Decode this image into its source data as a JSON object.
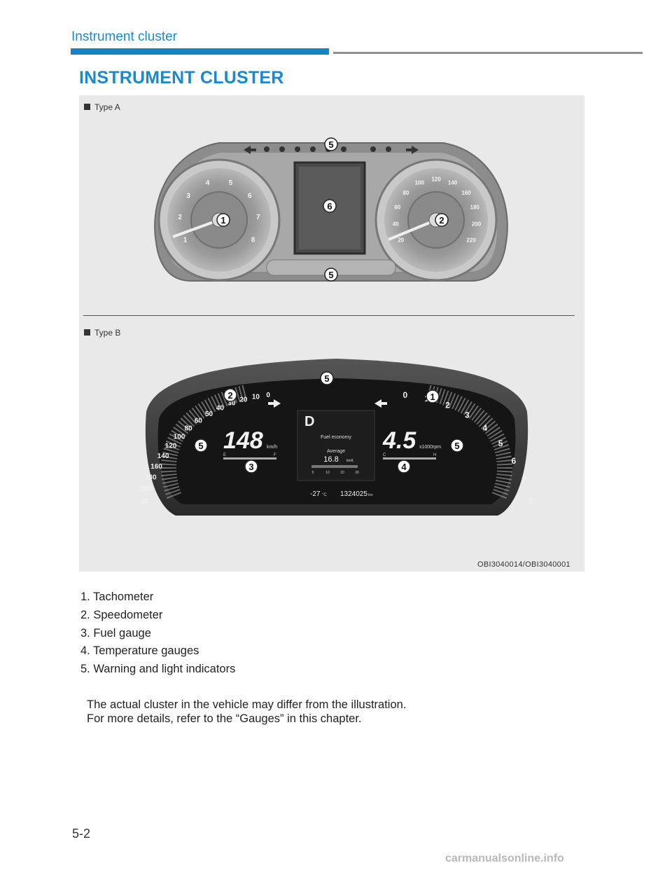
{
  "header": {
    "section": "Instrument cluster"
  },
  "title": "INSTRUMENT CLUSTER",
  "figure": {
    "type_a_label": "Type A",
    "type_b_label": "Type B",
    "code": "OBI3040014/OBI3040001",
    "type_a": {
      "tacho_ticks": [
        "1",
        "2",
        "3",
        "4",
        "5",
        "6",
        "7",
        "8"
      ],
      "speedo_ticks": [
        "20",
        "40",
        "60",
        "80",
        "100",
        "120",
        "140",
        "160",
        "180",
        "200",
        "220"
      ],
      "callouts": [
        "1",
        "2",
        "5",
        "5",
        "6"
      ]
    },
    "type_b": {
      "gear": "D",
      "speed": "148",
      "speed_unit": "km/h",
      "rpm": "4.5",
      "rpm_unit": "x1000rpm",
      "fuel_economy_title": "Fuel economy",
      "average_label": "Average",
      "average_value": "16.8",
      "average_unit": "km/L",
      "economy_scale": [
        "0",
        "10",
        "20",
        "30"
      ],
      "temp_outside": "-27",
      "temp_unit": "°C",
      "odometer": "1324025",
      "odometer_unit": "km",
      "fuel_e": "E",
      "fuel_f": "F",
      "temp_c": "C",
      "temp_h": "H",
      "speedo_ticks": [
        "0",
        "10",
        "20",
        "30",
        "40",
        "50",
        "60",
        "80",
        "100",
        "120",
        "140",
        "160",
        "180",
        "200",
        "220"
      ],
      "tacho_ticks": [
        "0",
        "1",
        "2",
        "3",
        "4",
        "5",
        "6",
        "7",
        "8"
      ],
      "callouts": [
        "1",
        "2",
        "3",
        "4",
        "5",
        "5",
        "5"
      ]
    }
  },
  "legend": [
    "1. Tachometer",
    "2. Speedometer",
    "3. Fuel gauge",
    "4. Temperature gauges",
    "5. Warning and light indicators"
  ],
  "note": [
    "The actual cluster in the vehicle may differ from the illustration.",
    "For more details, refer to the “Gauges” in this chapter."
  ],
  "page_number": "5-2",
  "watermark": "carmanualsonline.info",
  "colors": {
    "accent": "#1a8ad0",
    "rule_blue": "#1583c7",
    "rule_grey": "#8f8f8f",
    "figure_bg": "#e9e9e9"
  }
}
